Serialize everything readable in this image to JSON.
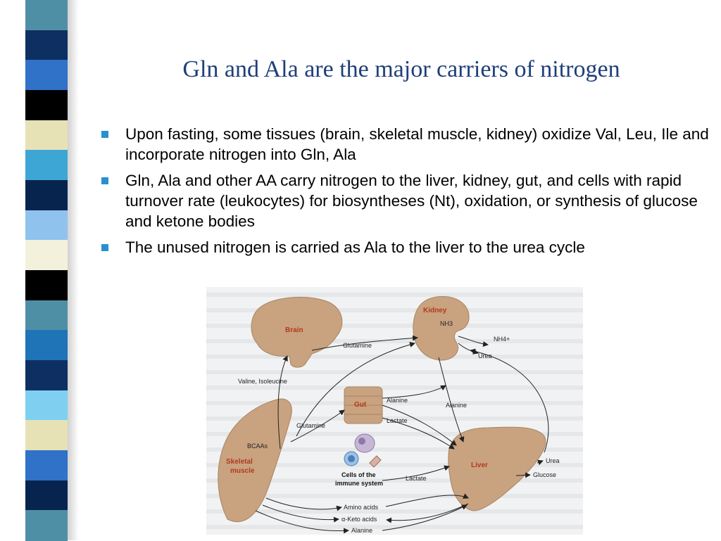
{
  "slide": {
    "title": "Gln and Ala are the major carriers of nitrogen",
    "bullets": [
      "Upon fasting, some tissues (brain, skeletal muscle, kidney) oxidize Val, Leu, Ile and incorporate nitrogen into Gln, Ala",
      "Gln, Ala and other AA carry nitrogen to the liver, kidney, gut, and cells with rapid turnover rate (leukocytes) for biosyntheses (Nt), oxidation, or synthesis of glucose and ketone bodies",
      "The unused nitrogen is carried as Ala to the liver to the urea cycle"
    ]
  },
  "colors": {
    "title": "#1e3f7a",
    "bullet": "#2a8fd0",
    "organ_fill": "#c9a27f",
    "organ_label": "#b03a1e",
    "stripe": [
      "#4f8fa6",
      "#0e2f62",
      "#2f72c8",
      "#000000",
      "#e6e2b6",
      "#3ea6d4",
      "#07244f",
      "#8fc3ee",
      "#f3f1dc",
      "#000000",
      "#4f8fa6",
      "#1f74b8",
      "#0e2f62",
      "#7fd0f0",
      "#e6e2b6",
      "#2f72c8",
      "#07244f",
      "#4f8fa6"
    ]
  },
  "figure": {
    "organs": {
      "brain": "Brain",
      "kidney": "Kidney",
      "gut": "Gut",
      "skeletal_line1": "Skeletal",
      "skeletal_line2": "muscle",
      "liver": "Liver",
      "immune_line1": "Cells of the",
      "immune_line2": "immune system"
    },
    "labels": {
      "glutamine_top": "Glutamine",
      "valine_isoleucine": "Valine, Isoleucine",
      "glutamine_left": "Glutamine",
      "bcaas": "BCAAs",
      "nh3": "NH3",
      "nh4": "NH4+",
      "urea_kidney": "Urea",
      "alanine_gut": "Alanine",
      "alanine_kidney": "Alanine",
      "lactate_gut": "Lactate",
      "lactate_immune": "Lactate",
      "urea_liver": "Urea",
      "glucose": "Glucose",
      "amino_acids": "Amino acids",
      "keto_acids": "α-Keto acids",
      "alanine_bottom": "Alanine"
    }
  }
}
